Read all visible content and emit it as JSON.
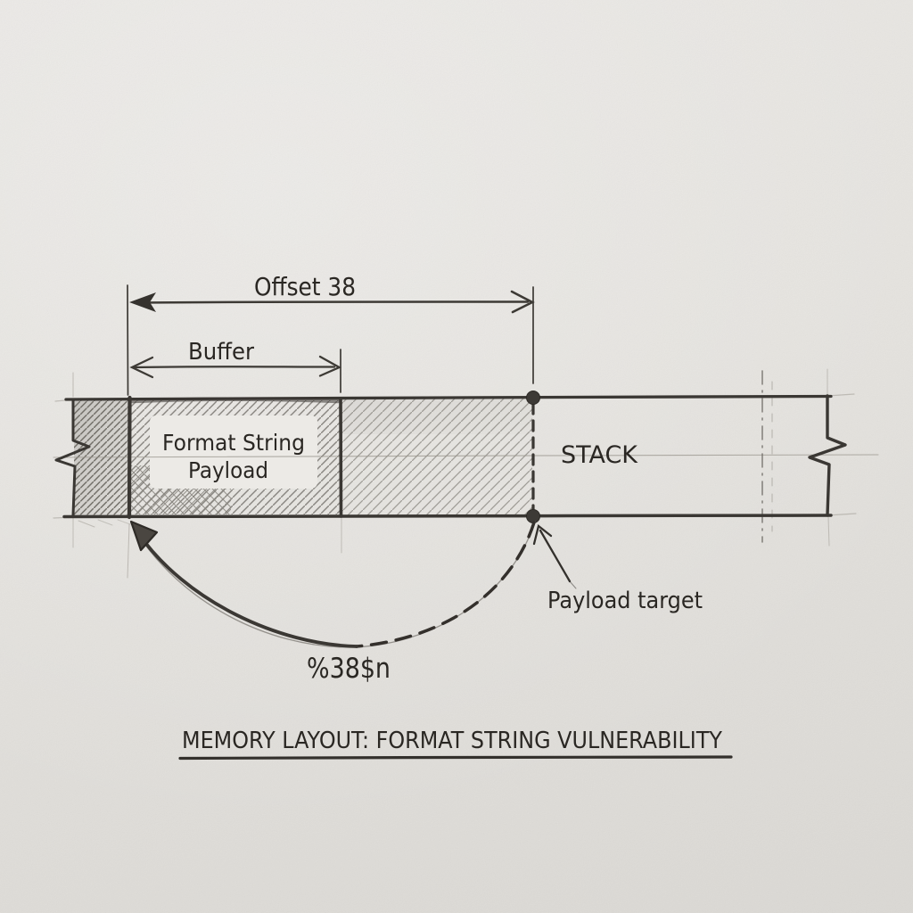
{
  "diagram": {
    "title": "MEMORY LAYOUT: FORMAT STRING VULNERABILITY",
    "labels": {
      "offset_dimension": "Offset 38",
      "buffer_dimension": "Buffer",
      "payload_line1": "Format String",
      "payload_line2": "Payload",
      "stack": "STACK",
      "payload_target": "Payload target",
      "format_specifier": "%38$n"
    },
    "colors": {
      "paper": "#e9e7e3",
      "ink": "#2a2723",
      "pencil_line": "#3a3733",
      "hatch": "#8a8782",
      "dot": "#3d3a36"
    },
    "style": "hand-drawn pencil sketch on paper"
  }
}
